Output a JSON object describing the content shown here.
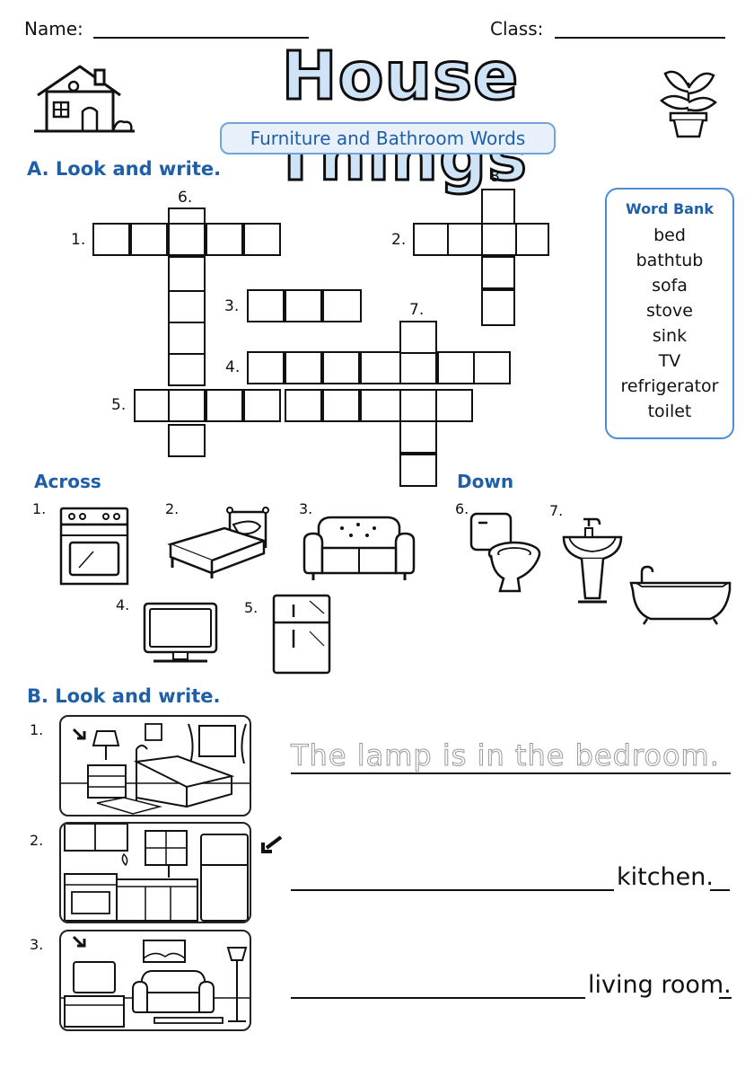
{
  "header": {
    "name_label": "Name:",
    "class_label": "Class:"
  },
  "title": "House Things",
  "subtitle": "Furniture and Bathroom Words",
  "section_a": {
    "heading": "A. Look and write.",
    "clue_numbers": [
      "1.",
      "2.",
      "3.",
      "4.",
      "5.",
      "6.",
      "7.",
      "8."
    ]
  },
  "word_bank": {
    "title": "Word Bank",
    "words": [
      "bed",
      "bathtub",
      "sofa",
      "stove",
      "sink",
      "TV",
      "refrigerator",
      "toilet"
    ]
  },
  "across": {
    "heading": "Across",
    "items": [
      {
        "num": "1.",
        "icon": "stove-icon"
      },
      {
        "num": "2.",
        "icon": "bed-icon"
      },
      {
        "num": "3.",
        "icon": "sofa-icon"
      },
      {
        "num": "4.",
        "icon": "tv-icon"
      },
      {
        "num": "5.",
        "icon": "refrigerator-icon"
      }
    ]
  },
  "down": {
    "heading": "Down",
    "items": [
      {
        "num": "6.",
        "icon": "toilet-icon"
      },
      {
        "num": "7.",
        "icon": "sink-icon"
      },
      {
        "num": "",
        "icon": "bathtub-icon"
      }
    ]
  },
  "section_b": {
    "heading": "B. Look and write.",
    "items": [
      {
        "num": "1.",
        "scene": "bedroom-scene",
        "answer": "The lamp is in the bedroom.",
        "style": "tracing"
      },
      {
        "num": "2.",
        "scene": "kitchen-scene",
        "answer": "kitchen.",
        "style": "blank"
      },
      {
        "num": "3.",
        "scene": "living-room-scene",
        "answer": "living room.",
        "style": "blank"
      }
    ]
  },
  "colors": {
    "accent": "#1f5fa8",
    "title_fill": "#cfe3f7",
    "bank_border": "#4a8fd6"
  }
}
